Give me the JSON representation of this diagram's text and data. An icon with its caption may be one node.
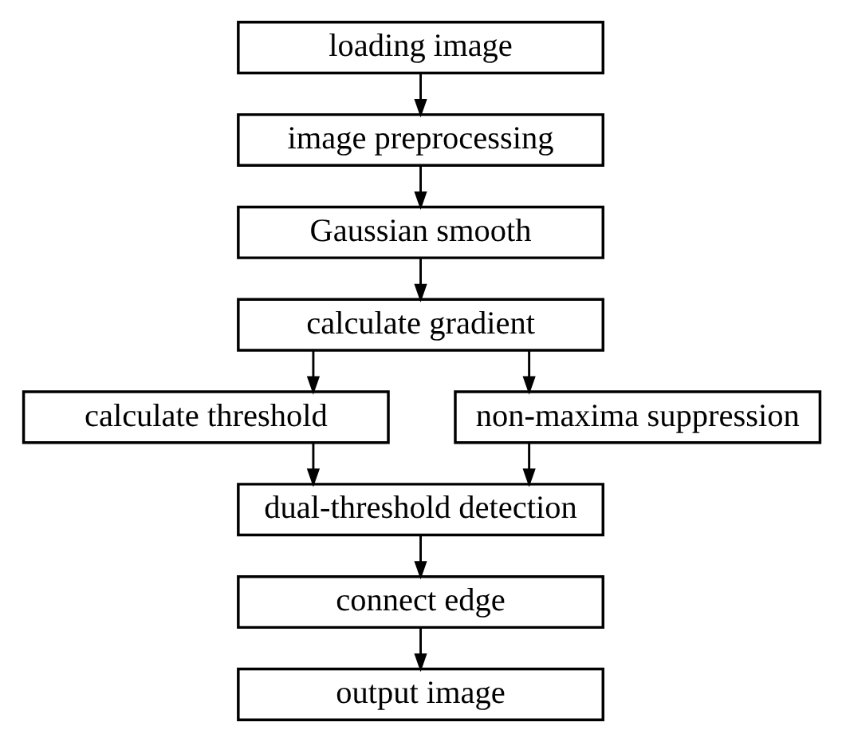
{
  "diagram": {
    "nodes": [
      {
        "text": [
          "loading image"
        ]
      },
      {
        "text": [
          "image preprocessing"
        ]
      },
      {
        "text": [
          "Gaussian smooth"
        ]
      },
      {
        "text": [
          "calculate gradient"
        ]
      },
      {
        "text": [
          "calculate threshold"
        ]
      },
      {
        "text": [
          "non-maxima suppression"
        ]
      },
      {
        "text": [
          "dual-threshold detection"
        ]
      },
      {
        "text": [
          "connect edge"
        ]
      },
      {
        "text": [
          "output image"
        ]
      }
    ],
    "edges": [
      {
        "from": 0,
        "to": 1,
        "arrow": "to"
      },
      {
        "from": 1,
        "to": 2,
        "arrow": "to"
      },
      {
        "from": 2,
        "to": 3,
        "arrow": "to"
      },
      {
        "from": 3,
        "to": 4,
        "arrow": "to"
      },
      {
        "from": 3,
        "to": 5,
        "arrow": "to"
      },
      {
        "from": 4,
        "to": 6,
        "arrow": "to"
      },
      {
        "from": 5,
        "to": 6,
        "arrow": "to"
      },
      {
        "from": 6,
        "to": 7,
        "arrow": "to"
      },
      {
        "from": 7,
        "to": 8,
        "arrow": "to"
      }
    ]
  }
}
